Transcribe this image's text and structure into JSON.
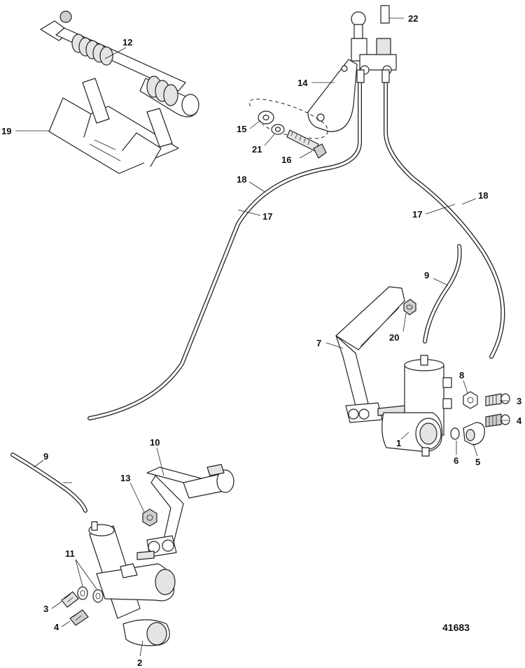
{
  "drawing_number": "41683",
  "callouts": {
    "c1": "1",
    "c2": "2",
    "c3a": "3",
    "c3b": "3",
    "c4a": "4",
    "c4b": "4",
    "c5": "5",
    "c6": "6",
    "c7": "7",
    "c8": "8",
    "c9a": "9",
    "c9b": "9",
    "c10": "10",
    "c11": "11",
    "c12": "12",
    "c13": "13",
    "c14": "14",
    "c15": "15",
    "c16": "16",
    "c17a": "17",
    "c17b": "17",
    "c18a": "18",
    "c18b": "18",
    "c19": "19",
    "c20": "20",
    "c21": "21",
    "c22": "22"
  }
}
